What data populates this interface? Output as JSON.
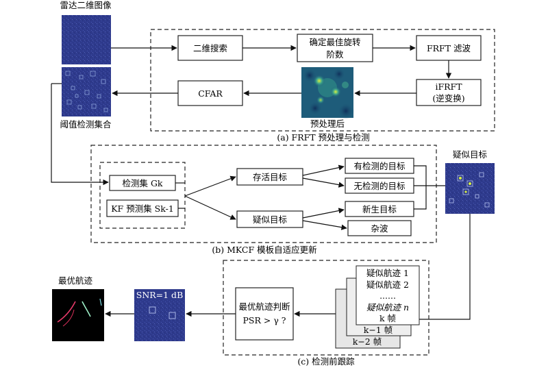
{
  "images": {
    "radar": "雷达二维图像",
    "threshold": "阈值检测集合",
    "preprocessed": "预处理后",
    "suspect": "疑似目标",
    "best_tracks": "最优航迹",
    "snr": "SNR=1 dB"
  },
  "section_a": {
    "caption": "(a) FRFT 预处理与检测",
    "nodes": {
      "search": "二维搜索",
      "order_1": "确定最佳旋转",
      "order_2": "阶数",
      "filter": "FRFT 滤波",
      "ifrft_1": "iFRFT",
      "ifrft_2": "(逆变换)",
      "cfar": "CFAR"
    }
  },
  "section_b": {
    "caption": "(b) MKCF 模板自适应更新",
    "nodes": {
      "detect_set": "检测集 Gk",
      "kf_set": "KF 预测集 Sk-1",
      "alive": "存活目标",
      "suspect": "疑似目标",
      "detected": "有检测的目标",
      "undetected": "无检测的目标",
      "newborn": "新生目标",
      "clutter": "杂波"
    }
  },
  "section_c": {
    "caption": "(c) 检测前跟踪",
    "judge_1": "最优航迹判断",
    "judge_2": "PSR > γ ?",
    "stack": {
      "track1": "疑似航迹 1",
      "track2": "疑似航迹 2",
      "dots": "......",
      "trackn": "疑似航迹 n",
      "frame_k": "k 帧",
      "frame_k1": "k−1 帧",
      "frame_k2": "k−2 帧"
    }
  },
  "colors": {
    "radar_bg": "#2e3a8c",
    "heat_bg": "#1e5c7a",
    "hot": "#b8e842"
  }
}
